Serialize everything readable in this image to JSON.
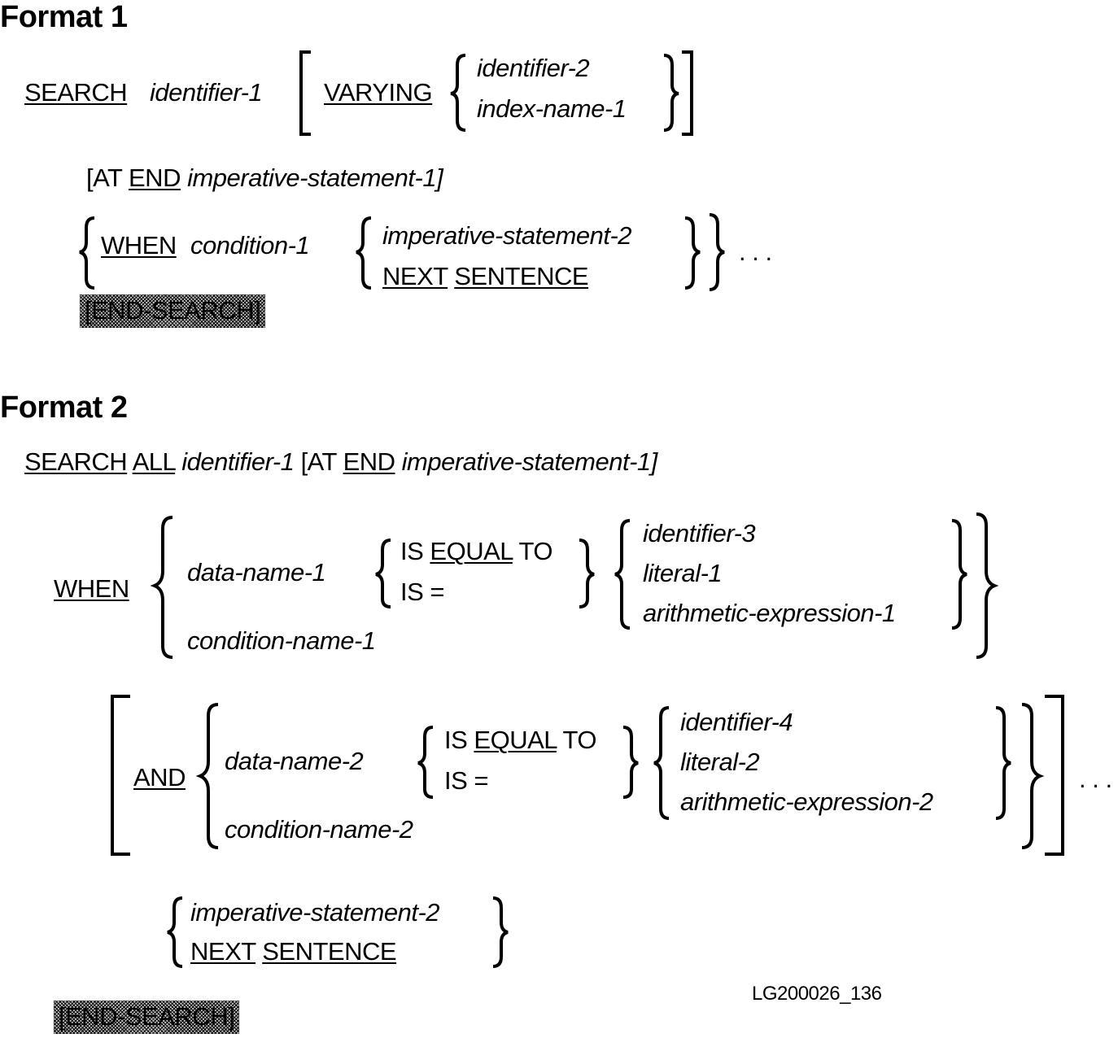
{
  "format1": {
    "heading": "Format 1",
    "search_kw": "SEARCH",
    "identifier_1": "identifier-1",
    "varying_kw": "VARYING",
    "identifier_2": "identifier-2",
    "index_name_1": "index-name-1",
    "at_open": "[AT",
    "end_kw": "END",
    "imperative_1": "imperative-statement-1]",
    "when_kw": "WHEN",
    "condition_1": "condition-1",
    "imperative_2": "imperative-statement-2",
    "next_kw": "NEXT",
    "sentence_kw": "SENTENCE",
    "ellipsis": ". . .",
    "end_search": "[END-SEARCH]"
  },
  "format2": {
    "heading": "Format 2",
    "search_kw": "SEARCH",
    "all_kw": "ALL",
    "identifier_1": "identifier-1",
    "at_open": "[AT",
    "end_kw": "END",
    "imperative_1": "imperative-statement-1]",
    "when_kw": "WHEN",
    "data_name_1": "data-name-1",
    "is_1": "IS",
    "equal_kw": "EQUAL",
    "to_1": "TO",
    "is_eq_1": "IS =",
    "identifier_3": "identifier-3",
    "literal_1": "literal-1",
    "arith_1": "arithmetic-expression-1",
    "condition_name_1": "condition-name-1",
    "and_kw": "AND",
    "data_name_2": "data-name-2",
    "is_2": "IS",
    "equal_kw_2": "EQUAL",
    "to_2": "TO",
    "is_eq_2": "IS =",
    "identifier_4": "identifier-4",
    "literal_2": "literal-2",
    "arith_2": "arithmetic-expression-2",
    "condition_name_2": "condition-name-2",
    "ellipsis": ". . .",
    "imperative_2": "imperative-statement-2",
    "next_kw": "NEXT",
    "sentence_kw": "SENTENCE",
    "end_search": "[END-SEARCH]"
  },
  "figure_id": "LG200026_136"
}
